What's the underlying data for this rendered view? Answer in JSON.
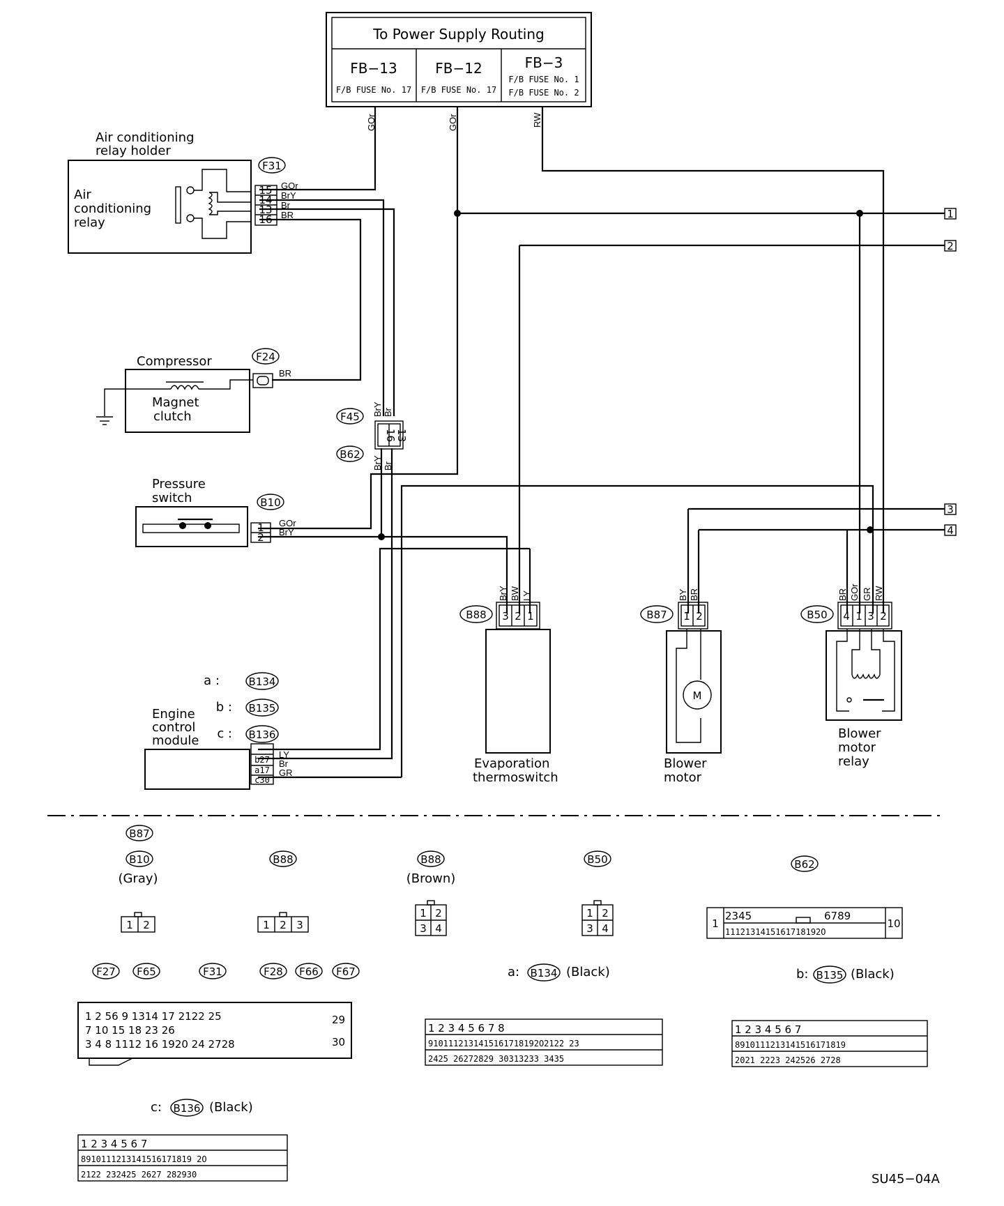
{
  "power": {
    "title": "To Power Supply Routing",
    "fb13": {
      "id": "FB−13",
      "fuse": "F/B FUSE No. 17"
    },
    "fb12": {
      "id": "FB−12",
      "fuse": "F/B FUSE No. 17"
    },
    "fb3": {
      "id": "FB−3",
      "fuse1": "F/B FUSE No. 1",
      "fuse2": "F/B FUSE No. 2"
    }
  },
  "wires": {
    "gor": "GOr",
    "bry": "BrY",
    "br": "Br",
    "br_cap": "BR",
    "rw": "RW",
    "by": "BY",
    "bw": "BW",
    "ly": "LY",
    "gr": "GR"
  },
  "relay_holder": {
    "title_line1": "Air conditioning",
    "title_line2": "relay holder",
    "relay_line1": "Air",
    "relay_line2": "conditioning",
    "relay_line3": "relay",
    "connector": "F31",
    "pins": [
      "15",
      "14",
      "13",
      "16"
    ]
  },
  "compressor": {
    "title": "Compressor",
    "clutch_line1": "Magnet",
    "clutch_line2": "clutch",
    "connector": "F24"
  },
  "joint": {
    "upper": "F45",
    "lower": "B62",
    "pins": [
      "16",
      "13"
    ]
  },
  "pressure_switch": {
    "title_line1": "Pressure",
    "title_line2": "switch",
    "connector": "B10",
    "pins": [
      "1",
      "2"
    ]
  },
  "ecm": {
    "title_line1": "Engine",
    "title_line2": "control",
    "title_line3": "module",
    "a": "a :",
    "a_conn": "B134",
    "b": "b :",
    "b_conn": "B135",
    "c": "c :",
    "c_conn": "B136",
    "pins": [
      "b27",
      "a17",
      "c30"
    ]
  },
  "evap": {
    "title_line1": "Evaporation",
    "title_line2": "thermoswitch",
    "connector": "B88",
    "pins": [
      "3",
      "2",
      "1"
    ]
  },
  "blower": {
    "title_line1": "Blower",
    "title_line2": "motor",
    "connector": "B87",
    "pins": [
      "1",
      "2"
    ]
  },
  "blower_relay": {
    "title_line1": "Blower",
    "title_line2": "motor",
    "title_line3": "relay",
    "connector": "B50",
    "pins": [
      "4",
      "1",
      "3",
      "2"
    ]
  },
  "offpage": [
    "1",
    "2",
    "3",
    "4"
  ],
  "legend": {
    "c1_top": "B87",
    "c1_mid": "B10",
    "c1_color": "(Gray)",
    "c2": "B88",
    "c3": "B88",
    "c3_color": "(Brown)",
    "c4": "B50",
    "c5": "B62",
    "f27": "F27",
    "f65": "F65",
    "f31": "F31",
    "f28": "F28",
    "f66": "F66",
    "f67": "F67",
    "a_prefix": "a:",
    "a_conn": "B134",
    "a_color": "(Black)",
    "b_prefix": "b:",
    "b_conn": "B135",
    "b_color": "(Black)",
    "c_prefix": "c:",
    "c_conn": "B136",
    "c_color": "(Black)"
  },
  "code": "SU45−04A"
}
